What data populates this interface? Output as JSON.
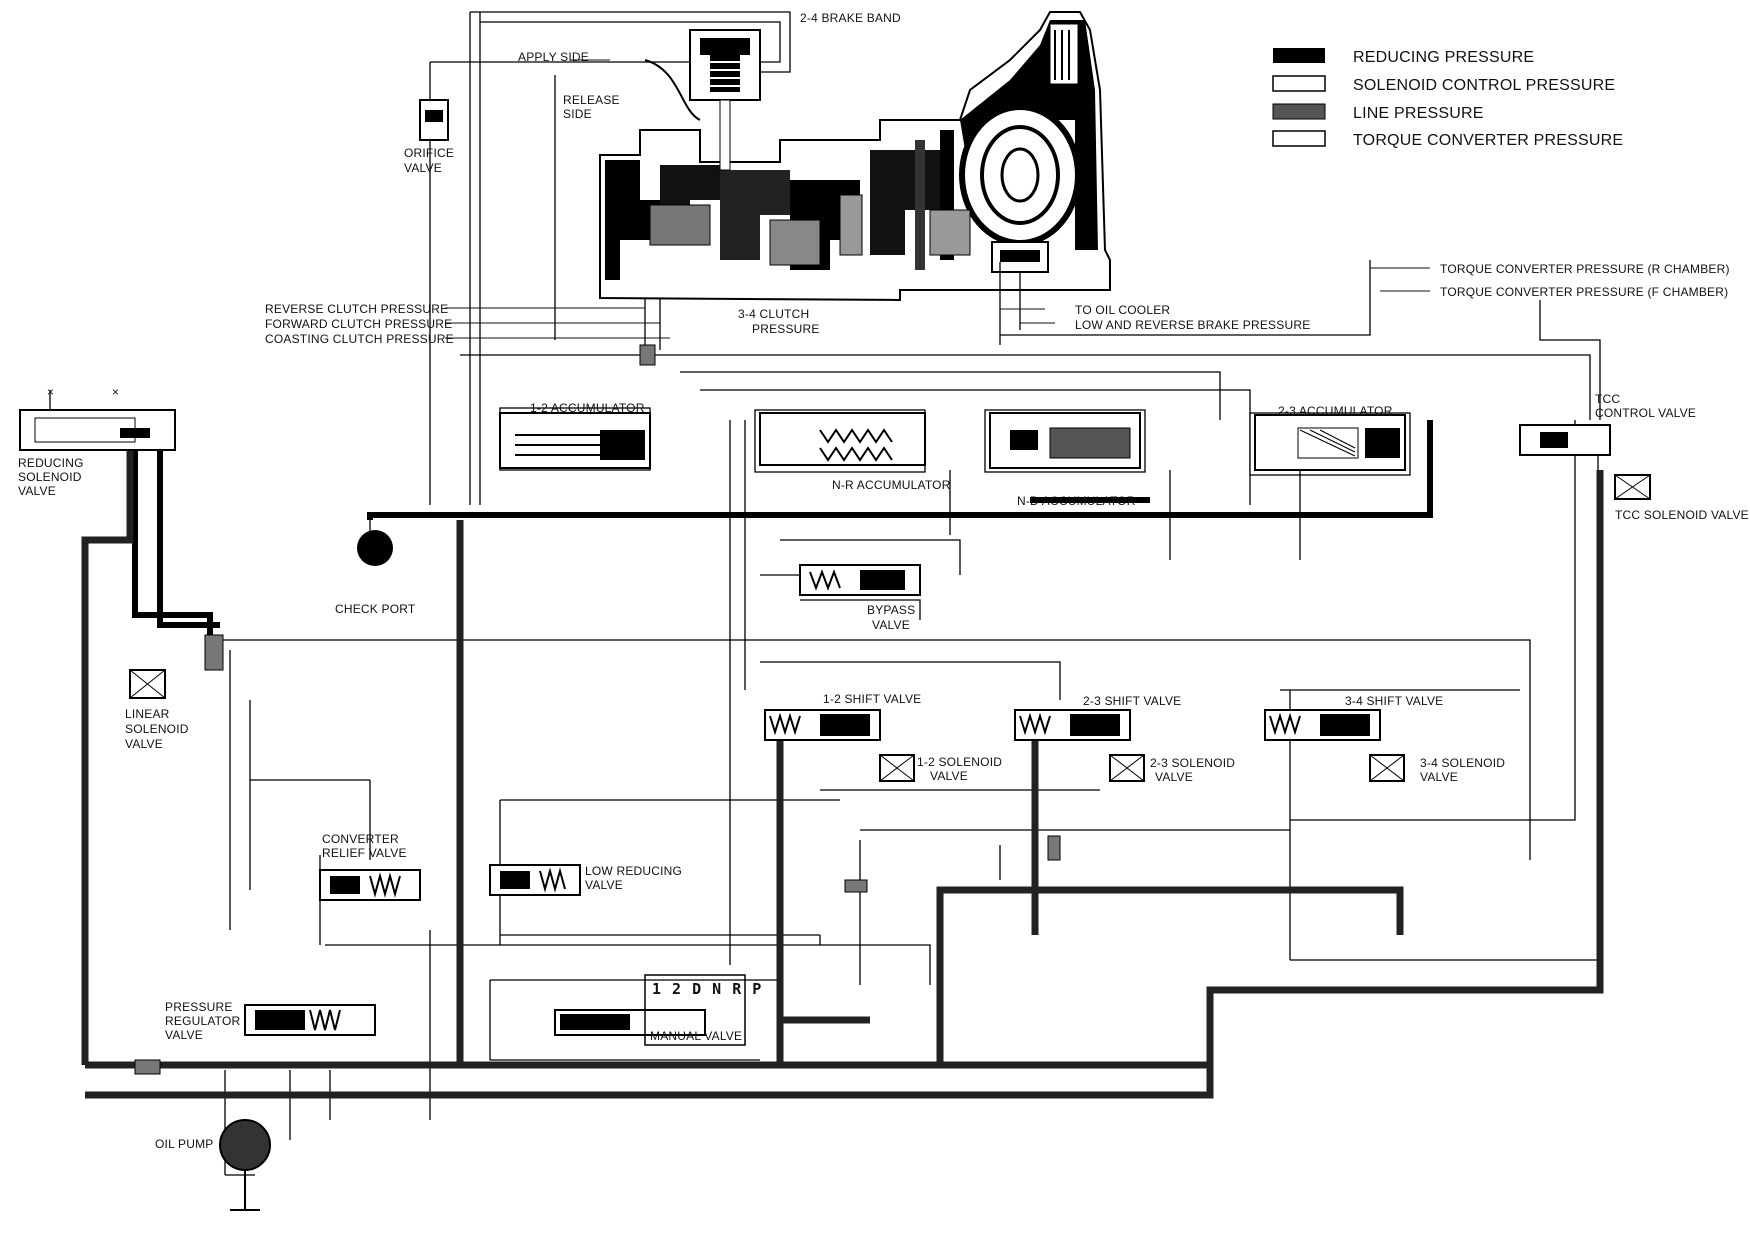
{
  "legend": {
    "items": [
      {
        "label": "REDUCING PRESSURE",
        "swatch": "solid",
        "color": "#000000"
      },
      {
        "label": "SOLENOID CONTROL PRESSURE",
        "swatch": "outline",
        "color": "#ffffff"
      },
      {
        "label": "LINE PRESSURE",
        "swatch": "hatched",
        "color": "#555555"
      },
      {
        "label": "TORQUE CONVERTER PRESSURE",
        "swatch": "outline",
        "color": "#ffffff"
      }
    ]
  },
  "labels": {
    "brake_band": "2-4 BRAKE BAND",
    "apply_side": "APPLY SIDE",
    "release_side_1": "RELEASE",
    "release_side_2": "SIDE",
    "orifice_valve_1": "ORIFICE",
    "orifice_valve_2": "VALVE",
    "reverse_clutch": "REVERSE CLUTCH PRESSURE",
    "forward_clutch": "FORWARD CLUTCH PRESSURE",
    "coasting_clutch": "COASTING CLUTCH PRESSURE",
    "clutch_34_1": "3-4 CLUTCH",
    "clutch_34_2": "PRESSURE",
    "to_oil_cooler": "TO OIL COOLER",
    "low_reverse_brake": "LOW AND REVERSE BRAKE PRESSURE",
    "tc_r_chamber": "TORQUE CONVERTER PRESSURE (R CHAMBER)",
    "tc_f_chamber": "TORQUE CONVERTER PRESSURE (F CHAMBER)",
    "reducing_solenoid_1": "REDUCING",
    "reducing_solenoid_2": "SOLENOID",
    "reducing_solenoid_3": "VALVE",
    "accumulator_12": "1-2 ACCUMULATOR",
    "accumulator_nr": "N-R ACCUMULATOR",
    "accumulator_nd": "N-D ACCUMULATOR",
    "accumulator_23": "2-3 ACCUMULATOR",
    "tcc_control_1": "TCC",
    "tcc_control_2": "CONTROL VALVE",
    "tcc_solenoid": "TCC SOLENOID VALVE",
    "check_port": "CHECK PORT",
    "bypass_1": "BYPASS",
    "bypass_2": "VALVE",
    "linear_solenoid_1": "LINEAR",
    "linear_solenoid_2": "SOLENOID",
    "linear_solenoid_3": "VALVE",
    "shift_12": "1-2 SHIFT VALVE",
    "shift_23": "2-3 SHIFT VALVE",
    "shift_34": "3-4 SHIFT VALVE",
    "solenoid_12_1": "1-2 SOLENOID",
    "solenoid_12_2": "VALVE",
    "solenoid_23_1": "2-3 SOLENOID",
    "solenoid_23_2": "VALVE",
    "solenoid_34_1": "3-4 SOLENOID",
    "solenoid_34_2": "VALVE",
    "converter_relief_1": "CONVERTER",
    "converter_relief_2": "RELIEF VALVE",
    "low_reducing_1": "LOW REDUCING",
    "low_reducing_2": "VALVE",
    "pressure_regulator_1": "PRESSURE",
    "pressure_regulator_2": "REGULATOR",
    "pressure_regulator_3": "VALVE",
    "manual_positions": "1 2 D N R P",
    "manual_valve": "MANUAL VALVE",
    "oil_pump": "OIL PUMP"
  }
}
